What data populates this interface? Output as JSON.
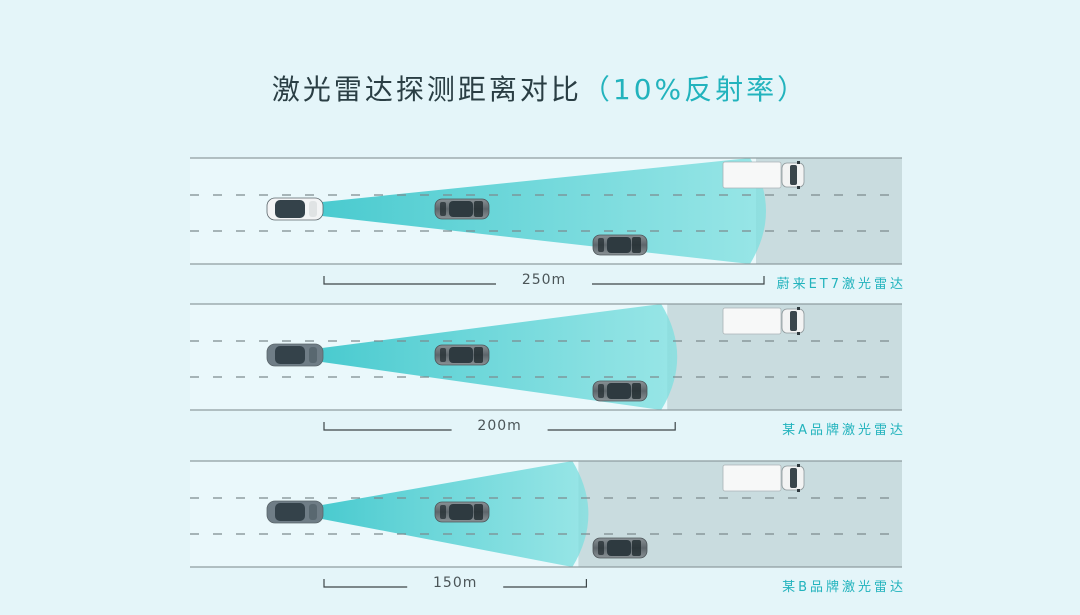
{
  "title": {
    "main": "激光雷达探测距离对比",
    "accent": "（10%反射率）"
  },
  "comparisons": [
    {
      "label": "蔚来ET7激光雷达",
      "range": "250m",
      "range_m": 250
    },
    {
      "label": "某A品牌激光雷达",
      "range": "200m",
      "range_m": 200
    },
    {
      "label": "某B品牌激光雷达",
      "range": "150m",
      "range_m": 150
    }
  ],
  "colors": {
    "background": "#e4f5f9",
    "road": "#eaf8fb",
    "beam": "#3ecfd3",
    "undetected": "#c9dcdf",
    "accent": "#22b3bd"
  },
  "icons": {
    "ego_car": "car-top-view",
    "traffic_car": "car-top-view",
    "truck": "truck-top-view"
  }
}
